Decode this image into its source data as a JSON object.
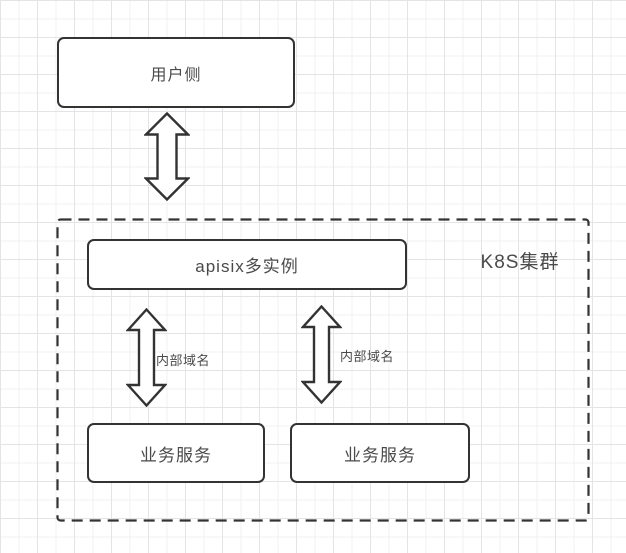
{
  "nodes": {
    "user": "用户侧",
    "apisix": "apisix多实例",
    "cluster": "K8S集群",
    "services": [
      "业务服务",
      "业务服务"
    ]
  },
  "edges": {
    "internal_domain_labels": [
      "内部域名",
      "内部域名"
    ]
  },
  "colors": {
    "line": "#333333",
    "text": "#4a4a4a",
    "grid_minor": "#f1f1f3",
    "grid_major": "#e4e4e8",
    "background": "#ffffff"
  }
}
